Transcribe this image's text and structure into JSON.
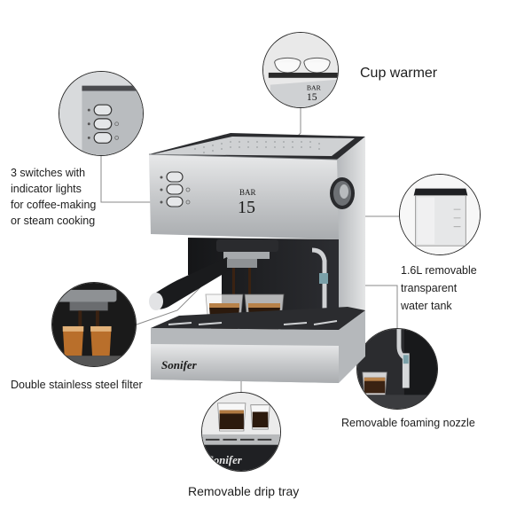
{
  "labels": {
    "cup_warmer": "Cup warmer",
    "switches": [
      "3 switches with",
      "indicator lights",
      "for coffee-making",
      "or steam cooking"
    ],
    "water_tank": [
      "1.6L removable transparent",
      "water tank"
    ],
    "filter": "Double stainless steel filter",
    "foaming": "Removable foaming nozzle",
    "drip_tray": "Removable drip tray"
  },
  "machine": {
    "brand": "Sonifer",
    "bar_label": "BAR",
    "bar_value": "15"
  },
  "colors": {
    "steel": "#c9cbcd",
    "dark": "#222326",
    "coffee": "#3a2212",
    "crema": "#b8824a",
    "leader": "#8a8a8a"
  }
}
